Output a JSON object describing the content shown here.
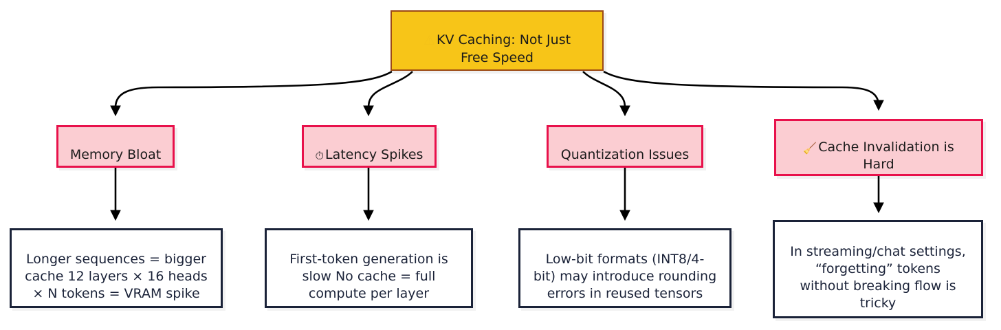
{
  "diagram": {
    "type": "flowchart",
    "orientation": "top-down",
    "background_color": "#ffffff",
    "colors": {
      "root_fill": "#f7c518",
      "root_border": "#9c4a15",
      "cause_fill": "#fbcdd2",
      "cause_border": "#e8114b",
      "detail_fill": "#ffffff",
      "detail_border": "#1a2238",
      "edge": "#000000",
      "text": "#1a1a1a"
    },
    "root": {
      "id": "root",
      "icon": "warning-icon",
      "icon_glyph": "⚠",
      "label": "KV Caching: Not Just\nFree Speed"
    },
    "causes": [
      {
        "id": "memory-bloat",
        "icon": null,
        "icon_glyph": "",
        "label": "Memory Bloat"
      },
      {
        "id": "latency-spikes",
        "icon": "clock-icon",
        "icon_glyph": "⏱",
        "label": "Latency Spikes"
      },
      {
        "id": "quantization-issues",
        "icon": null,
        "icon_glyph": "",
        "label": "Quantization Issues"
      },
      {
        "id": "cache-invalidation",
        "icon": "broom-icon",
        "icon_glyph": "🧹",
        "label": "Cache Invalidation is\nHard"
      }
    ],
    "details": [
      {
        "id": "detail-memory-bloat",
        "label": "Longer sequences = bigger\ncache 12 layers × 16 heads\n× N tokens = VRAM spike"
      },
      {
        "id": "detail-latency-spikes",
        "label": "First-token generation is\nslow No cache = full\ncompute per layer"
      },
      {
        "id": "detail-quantization-issues",
        "label": "Low-bit formats (INT8/4-\nbit) may introduce rounding\nerrors in reused tensors"
      },
      {
        "id": "detail-cache-invalidation",
        "label": "In streaming/chat settings,\n“forgetting” tokens\nwithout breaking flow is\ntricky"
      }
    ],
    "edges": [
      {
        "from": "root",
        "to": "memory-bloat"
      },
      {
        "from": "root",
        "to": "latency-spikes"
      },
      {
        "from": "root",
        "to": "quantization-issues"
      },
      {
        "from": "root",
        "to": "cache-invalidation"
      },
      {
        "from": "memory-bloat",
        "to": "detail-memory-bloat"
      },
      {
        "from": "latency-spikes",
        "to": "detail-latency-spikes"
      },
      {
        "from": "quantization-issues",
        "to": "detail-quantization-issues"
      },
      {
        "from": "cache-invalidation",
        "to": "detail-cache-invalidation"
      }
    ]
  }
}
